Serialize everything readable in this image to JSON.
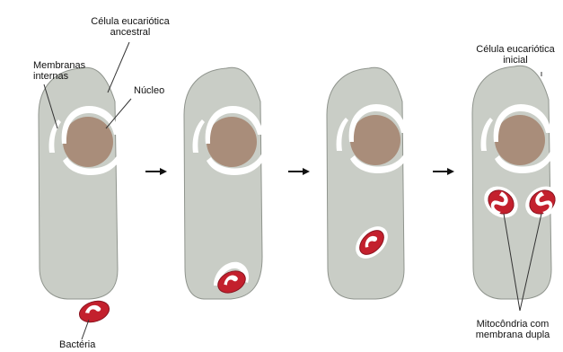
{
  "labels": {
    "ancestral_cell": [
      "Célula eucariótica",
      "ancestral"
    ],
    "membranes": [
      "Membranas",
      "internas"
    ],
    "nucleus": "Núcleo",
    "early_cell": [
      "Célula eucariótica",
      "inicial"
    ],
    "mitochondria": [
      "Mitocôndria com",
      "membrana dupla"
    ],
    "bacteria": "Bactéria"
  },
  "colors": {
    "cell_fill": "#c9cdc6",
    "cell_stroke": "#8f948d",
    "nucleus_fill": "#a98d7a",
    "membrane_fill": "#ffffff",
    "bacteria_red": "#c3202d",
    "bacteria_dark": "#8a1420",
    "arrow": "#111111",
    "leader_line": "#333333"
  },
  "stages": [
    {
      "name": "ancestral-cell",
      "bacterium_state": "outside"
    },
    {
      "name": "engulfing-cell",
      "bacterium_state": "entering"
    },
    {
      "name": "internalized-cell",
      "bacterium_state": "inside"
    },
    {
      "name": "early-eukaryotic-cell",
      "bacterium_state": "mitochondria"
    }
  ],
  "arrows": [
    {
      "name": "arrow-1"
    },
    {
      "name": "arrow-2"
    },
    {
      "name": "arrow-3"
    }
  ]
}
